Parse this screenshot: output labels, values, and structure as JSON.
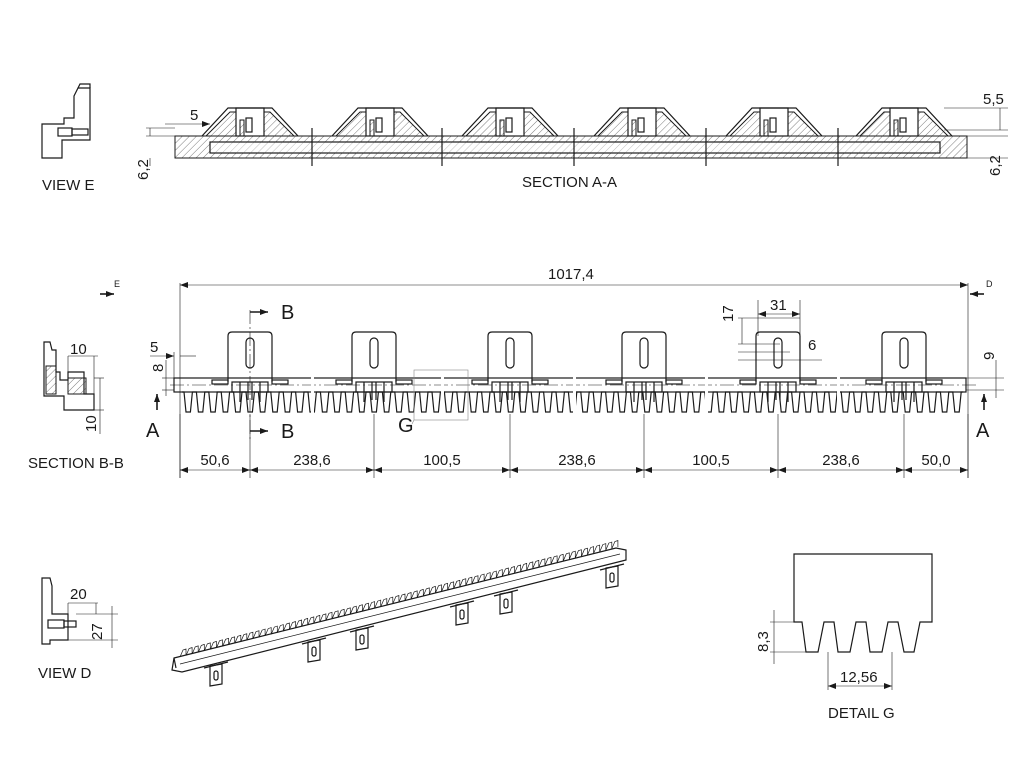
{
  "labels": {
    "view_e": "VIEW E",
    "section_aa": "SECTION A-A",
    "section_bb": "SECTION B-B",
    "view_d": "VIEW D",
    "detail_g": "DETAIL G"
  },
  "section_aa_dims": {
    "left_top": "5",
    "left_side": "6,2",
    "right_top": "5,5",
    "right_side": "6,2"
  },
  "main_view": {
    "overall_length": "1017,4",
    "arrow_e": "E",
    "arrow_d": "D",
    "section_a_left": "A",
    "section_a_right": "A",
    "section_b_top": "B",
    "section_b_bottom": "B",
    "detail_marker": "G",
    "dim_left_5": "5",
    "dim_left_8": "8",
    "dim_17": "17",
    "dim_31": "31",
    "dim_6": "6",
    "dim_right_9": "9",
    "bottom_dims": [
      "50,6",
      "238,6",
      "100,5",
      "238,6",
      "100,5",
      "238,6",
      "50,0"
    ]
  },
  "section_bb_dims": {
    "width": "10",
    "height": "10"
  },
  "view_d_dims": {
    "width": "20",
    "height": "27"
  },
  "detail_g_dims": {
    "tooth_height": "8,3",
    "pitch": "12,56"
  }
}
